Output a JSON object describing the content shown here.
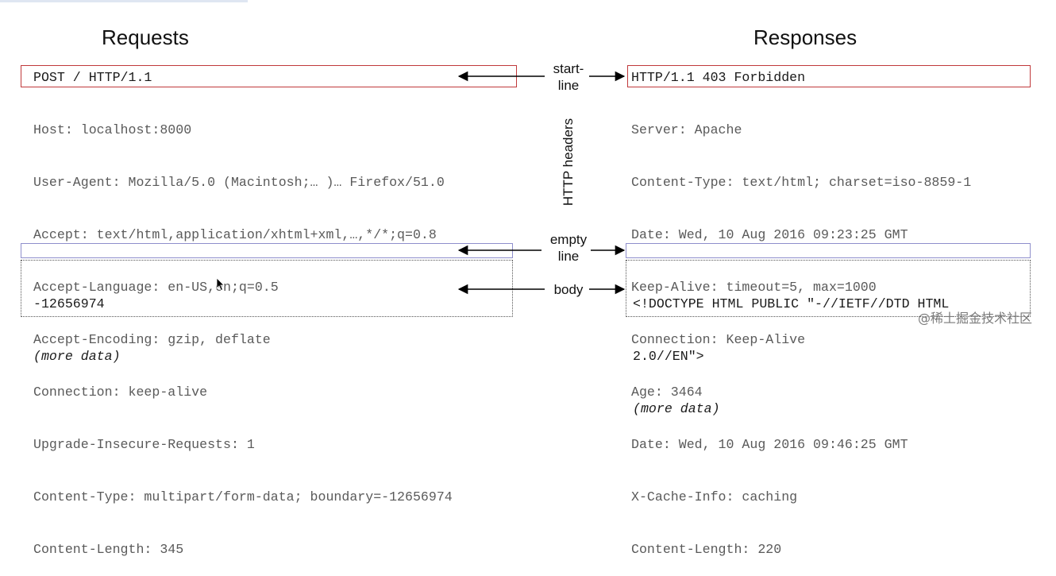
{
  "headings": {
    "requests": "Requests",
    "responses": "Responses"
  },
  "request": {
    "start_line": "POST / HTTP/1.1",
    "headers": [
      "Host: localhost:8000",
      "User-Agent: Mozilla/5.0 (Macintosh;… )… Firefox/51.0",
      "Accept: text/html,application/xhtml+xml,…,*/*;q=0.8",
      "Accept-Language: en-US,en;q=0.5",
      "Accept-Encoding: gzip, deflate",
      "Connection: keep-alive",
      "Upgrade-Insecure-Requests: 1",
      "Content-Type: multipart/form-data; boundary=-12656974",
      "Content-Length: 345"
    ],
    "body": [
      "-12656974",
      "(more data)"
    ]
  },
  "response": {
    "start_line": "HTTP/1.1 403 Forbidden",
    "headers": [
      "Server: Apache",
      "Content-Type: text/html; charset=iso-8859-1",
      "Date: Wed, 10 Aug 2016 09:23:25 GMT",
      "Keep-Alive: timeout=5, max=1000",
      "Connection: Keep-Alive",
      "Age: 3464",
      "Date: Wed, 10 Aug 2016 09:46:25 GMT",
      "X-Cache-Info: caching",
      "Content-Length: 220"
    ],
    "body": [
      "<!DOCTYPE HTML PUBLIC \"-//IETF//DTD HTML",
      "2.0//EN\">",
      "(more data)"
    ]
  },
  "labels": {
    "start_line": [
      "start-",
      "line"
    ],
    "http_headers": "HTTP headers",
    "empty_line": [
      "empty",
      "line"
    ],
    "body": "body"
  },
  "watermark": "@稀土掘金技术社区",
  "colors": {
    "start_line_box": "#c0393b",
    "empty_line_box": "#8f8fcc",
    "body_box": "#555555",
    "header_text": "#5a5a5a"
  }
}
